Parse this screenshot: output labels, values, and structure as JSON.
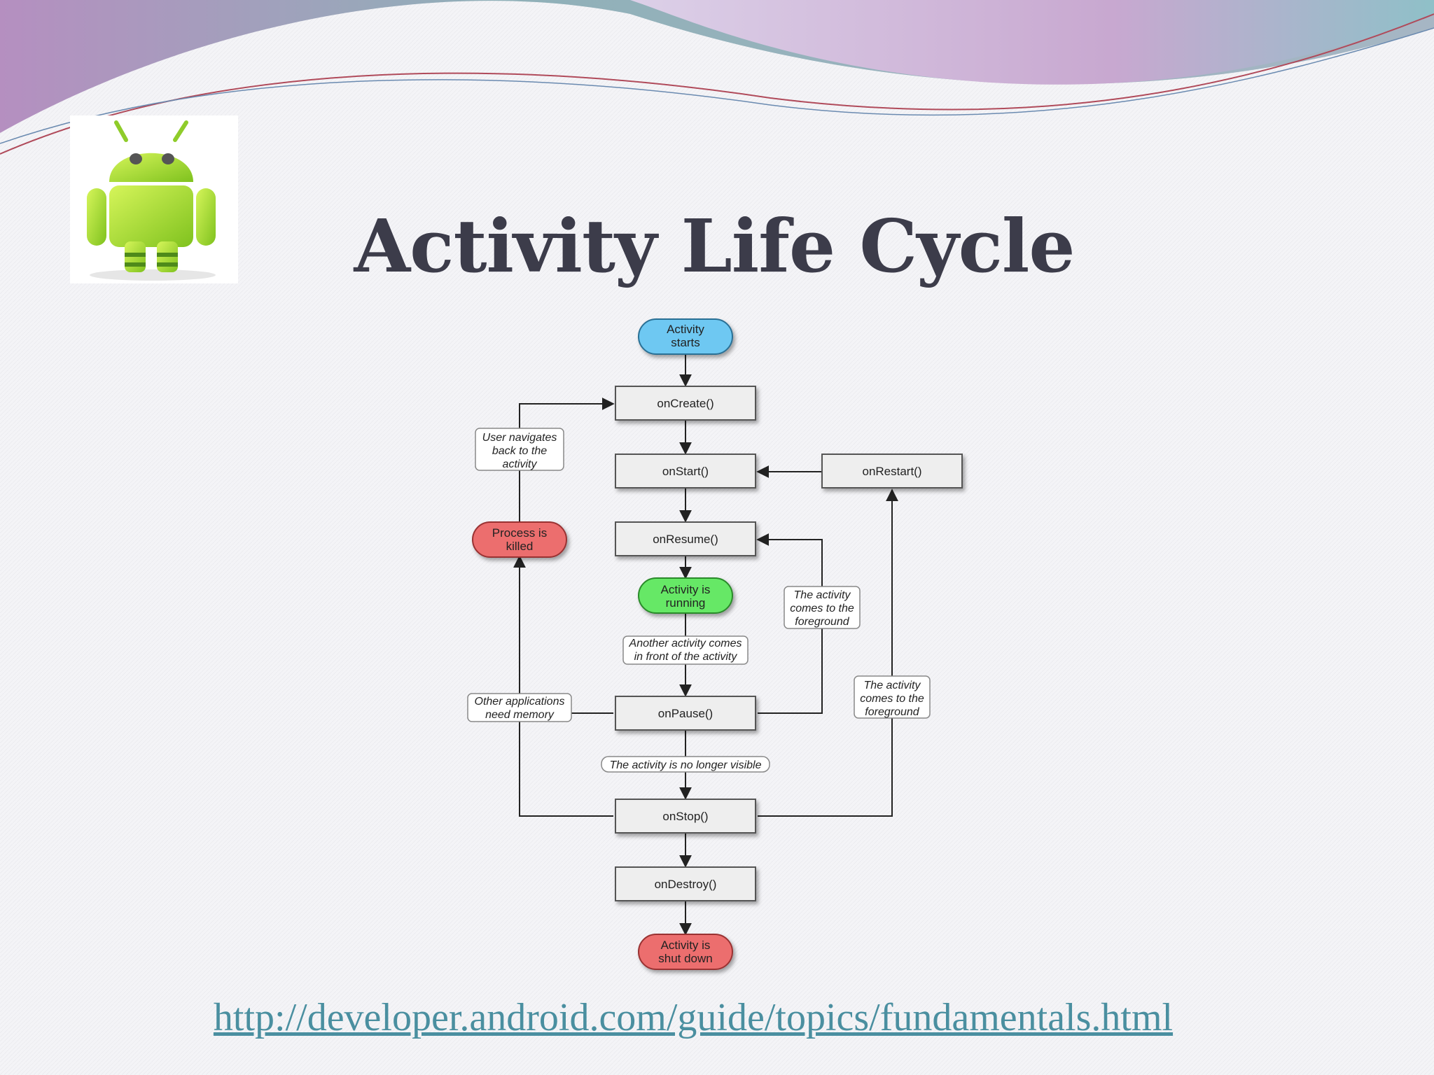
{
  "slide": {
    "title": "Activity Life Cycle",
    "link": "http://developer.android.com/guide/topics/fundamentals.html"
  },
  "diagram": {
    "start": [
      "Activity",
      "starts"
    ],
    "running": [
      "Activity is",
      "running"
    ],
    "killed": [
      "Process is",
      "killed"
    ],
    "shutdown": [
      "Activity is",
      "shut down"
    ],
    "oncreate": "onCreate()",
    "onstart": "onStart()",
    "onrestart": "onRestart()",
    "onresume": "onResume()",
    "onpause": "onPause()",
    "onstop": "onStop()",
    "ondestroy": "onDestroy()",
    "note_navigate": [
      "User navigates",
      "back to the",
      "activity"
    ],
    "note_fg1": [
      "The activity",
      "comes to the",
      "foreground"
    ],
    "note_another": [
      "Another activity comes",
      "in front of the activity"
    ],
    "note_memory": [
      "Other applications",
      "need memory"
    ],
    "note_fg2": [
      "The activity",
      "comes to the",
      "foreground"
    ],
    "note_invisible": "The activity is no longer visible"
  },
  "colors": {
    "start": "#6ec8f2",
    "running": "#66e866",
    "stop": "#ec6e6e",
    "title": "#3c3c4a",
    "link": "#4a8fa0"
  }
}
